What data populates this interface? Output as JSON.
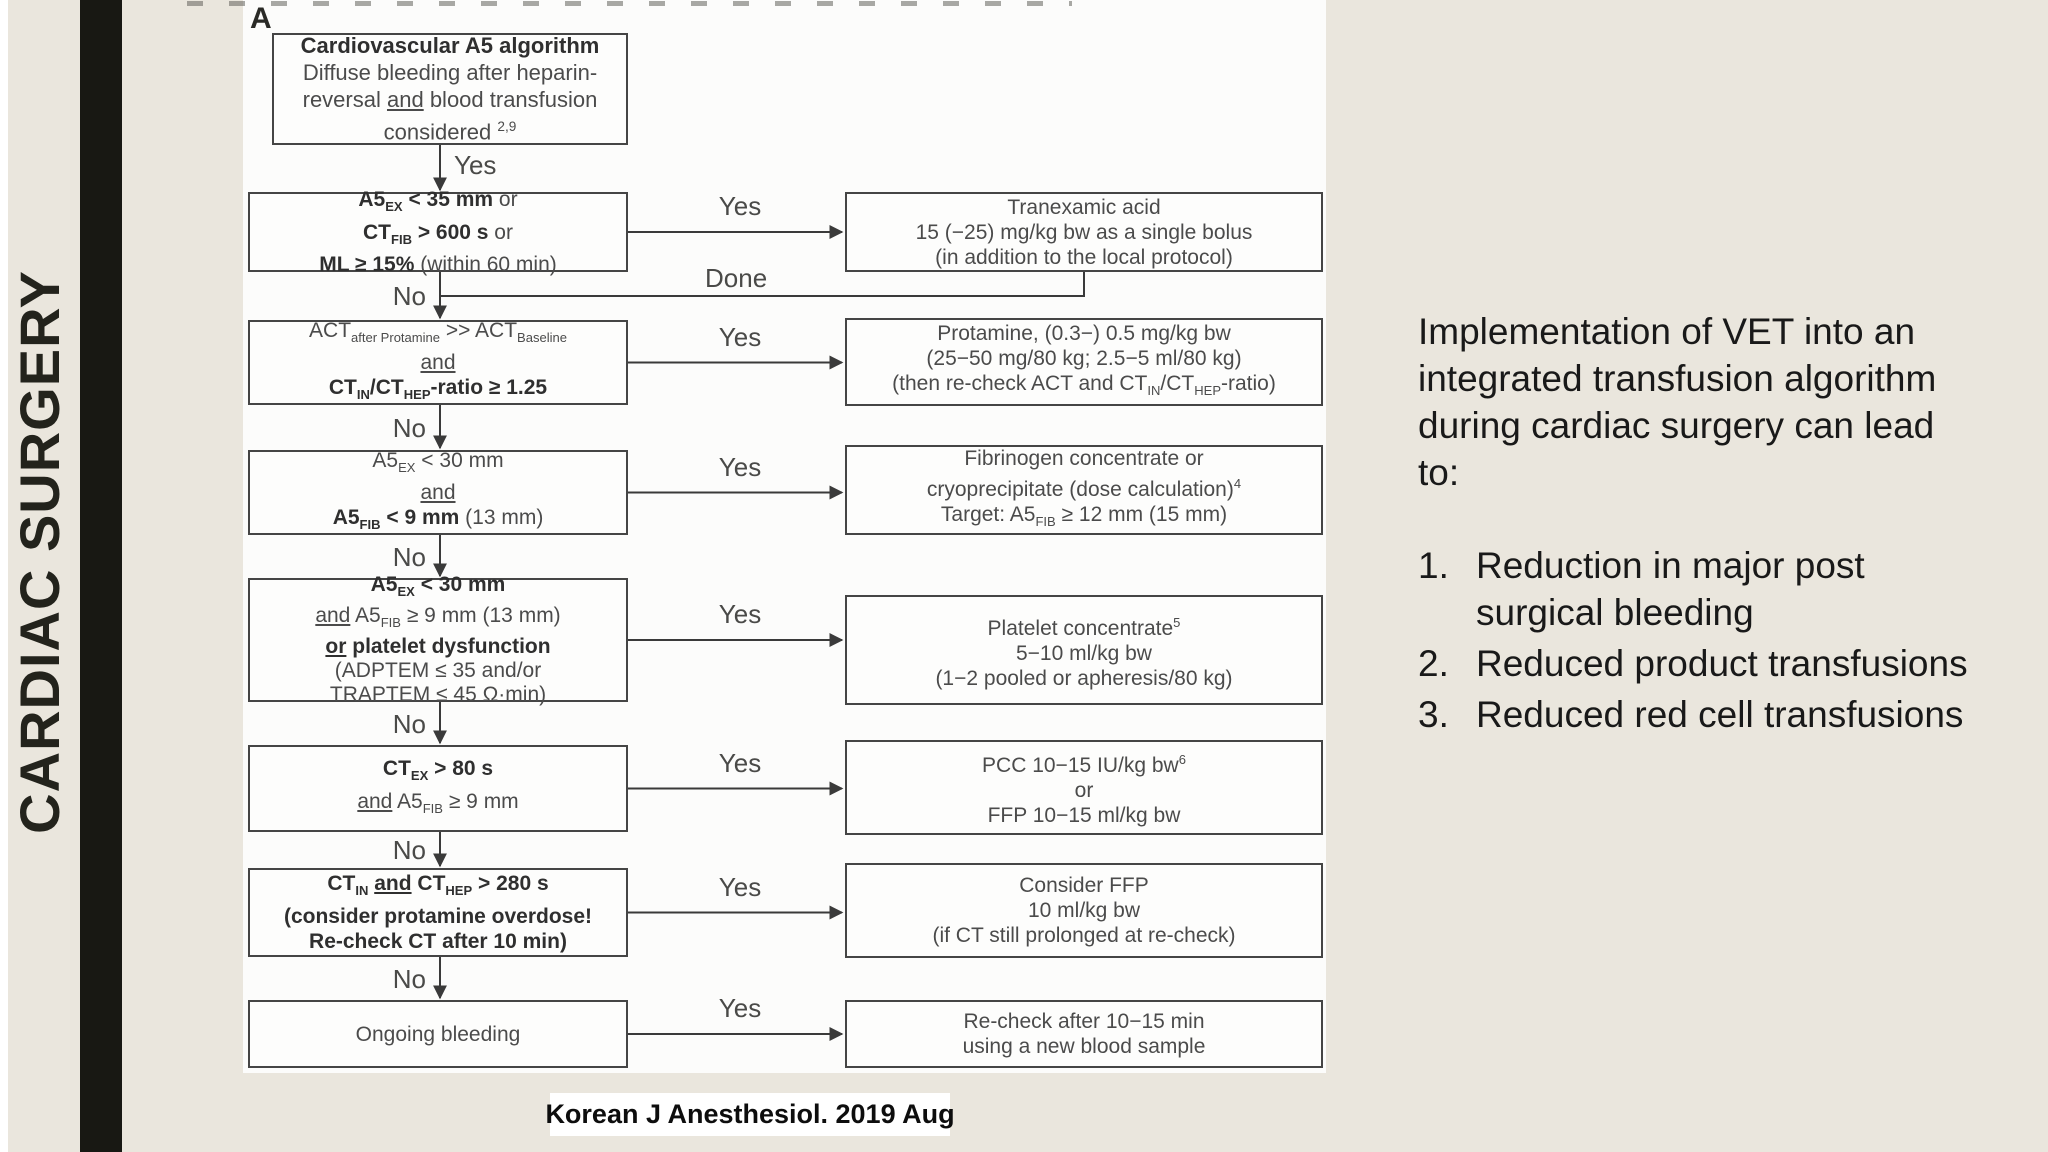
{
  "sidebar": {
    "title": "CARDIAC SURGERY"
  },
  "flowchart": {
    "figure_label": "A",
    "left_nodes": [
      {
        "id": "start",
        "lines": [
          "**Cardiovascular A5 algorithm**",
          "Diffuse bleeding after heparin-",
          "reversal __and__ blood transfusion",
          "considered ^2,9^"
        ]
      },
      {
        "id": "d1",
        "lines": [
          "**A5~EX~ < 35 mm** or",
          "**CT~FIB~ > 600 s** or",
          "**ML ≥ 15%** (within 60 min)"
        ]
      },
      {
        "id": "d2",
        "lines": [
          "ACT~after Protamine~ >> ACT~Baseline~",
          "__and__",
          "**CT~IN~/CT~HEP~-ratio ≥ 1.25**"
        ]
      },
      {
        "id": "d3",
        "lines": [
          "A5~EX~ < 30 mm",
          "__and__",
          "**A5~FIB~ < 9 mm** (13 mm)"
        ]
      },
      {
        "id": "d4",
        "lines": [
          "**A5~EX~ < 30 mm**",
          "__and__ A5~FIB~ ≥ 9 mm (13 mm)",
          "**__or__ platelet dysfunction**",
          "(ADPTEM ≤ 35 and/or",
          "TRAPTEM ≤ 45 Ω·min)"
        ]
      },
      {
        "id": "d5",
        "lines": [
          "**CT~EX~ > 80 s**",
          "__and__ A5~FIB~ ≥ 9 mm"
        ]
      },
      {
        "id": "d6",
        "lines": [
          "**CT~IN~ __and__ CT~HEP~ > 280 s**",
          "**(consider protamine overdose!**",
          "**Re-check CT after 10 min)**"
        ]
      },
      {
        "id": "d7",
        "lines": [
          "Ongoing bleeding"
        ]
      }
    ],
    "right_nodes": [
      {
        "id": "r1",
        "lines": [
          "Tranexamic acid",
          "15 (−25) mg/kg bw as a single bolus",
          "(in addition to the local protocol)"
        ]
      },
      {
        "id": "r2",
        "lines": [
          "Protamine, (0.3−) 0.5 mg/kg bw",
          "(25−50 mg/80 kg; 2.5−5 ml/80 kg)",
          "(then re-check ACT and CT~IN~/CT~HEP~-ratio)"
        ]
      },
      {
        "id": "r3",
        "lines": [
          "Fibrinogen concentrate or",
          "cryoprecipitate (dose calculation)^4^",
          "Target: A5~FIB~ ≥ 12 mm (15 mm)"
        ]
      },
      {
        "id": "r4",
        "lines": [
          "Platelet concentrate^5^",
          "5−10 ml/kg bw",
          "(1−2 pooled or apheresis/80 kg)"
        ]
      },
      {
        "id": "r5",
        "lines": [
          "PCC 10−15 IU/kg bw^6^",
          "or",
          "FFP 10−15 ml/kg bw"
        ]
      },
      {
        "id": "r6",
        "lines": [
          "Consider FFP",
          "10 ml/kg bw",
          "(if CT still prolonged at re-check)"
        ]
      },
      {
        "id": "r7",
        "lines": [
          "Re-check after 10−15 min",
          "using a new blood sample"
        ]
      }
    ],
    "edge_labels": {
      "yes": "Yes",
      "no": "No",
      "done": "Done"
    }
  },
  "notes": {
    "paragraph": "Implementation of VET into an integrated transfusion algorithm during cardiac surgery can lead to:",
    "list": [
      "Reduction in major post surgical bleeding",
      "Reduced product transfusions",
      "Reduced red cell transfusions"
    ]
  },
  "citation": {
    "text": "Korean J Anesthesiol. 2019 Aug"
  },
  "colors": {
    "background": "#eae6dd",
    "side_bar": "#181813",
    "panel": "#fcfcfb",
    "box_border": "#454545",
    "box_text": "#4b4b4b",
    "notes_text": "#191919"
  }
}
